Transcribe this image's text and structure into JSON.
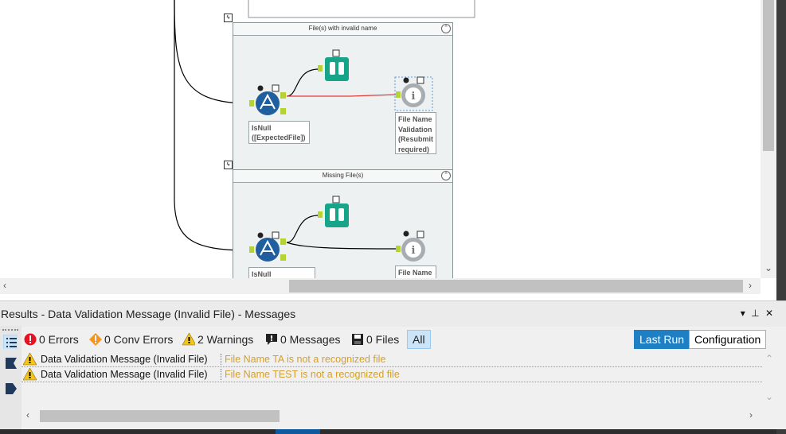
{
  "canvas": {
    "container1": {
      "title": "File(s) with invalid name",
      "filter_label": "IsNull\n([ExpectedFile])",
      "message_label": "File Name\nValidation\n(Resubmit\nrequired)"
    },
    "container2": {
      "title": "Missing File(s)",
      "filter_label": "IsNull",
      "message_label": "File Name"
    },
    "icons": {
      "lightning": "ϟ",
      "q": "Q",
      "t": "T",
      "f": "F",
      "collapse": "⌃"
    }
  },
  "results": {
    "title": "Results - Data Validation Message (Invalid File) - Messages",
    "controls": "▾ ⊥ ✕",
    "filters": {
      "errors": "0 Errors",
      "conv_errors": "0 Conv Errors",
      "warnings": "2 Warnings",
      "messages": "0 Messages",
      "files": "0 Files",
      "all": "All"
    },
    "tabs": {
      "last_run": "Last Run",
      "configuration": "Configuration"
    },
    "rows": [
      {
        "tool": "Data Validation Message (Invalid File)",
        "message": "File Name TA is not a recognized file"
      },
      {
        "tool": "Data Validation Message (Invalid File)",
        "message": "File Name TEST is not a recognized file"
      }
    ]
  },
  "colors": {
    "accent": "#1e7fc5",
    "warning_text": "#d4a02b",
    "filter_tool": "#1f5fa0",
    "browse_tool": "#17a589"
  }
}
